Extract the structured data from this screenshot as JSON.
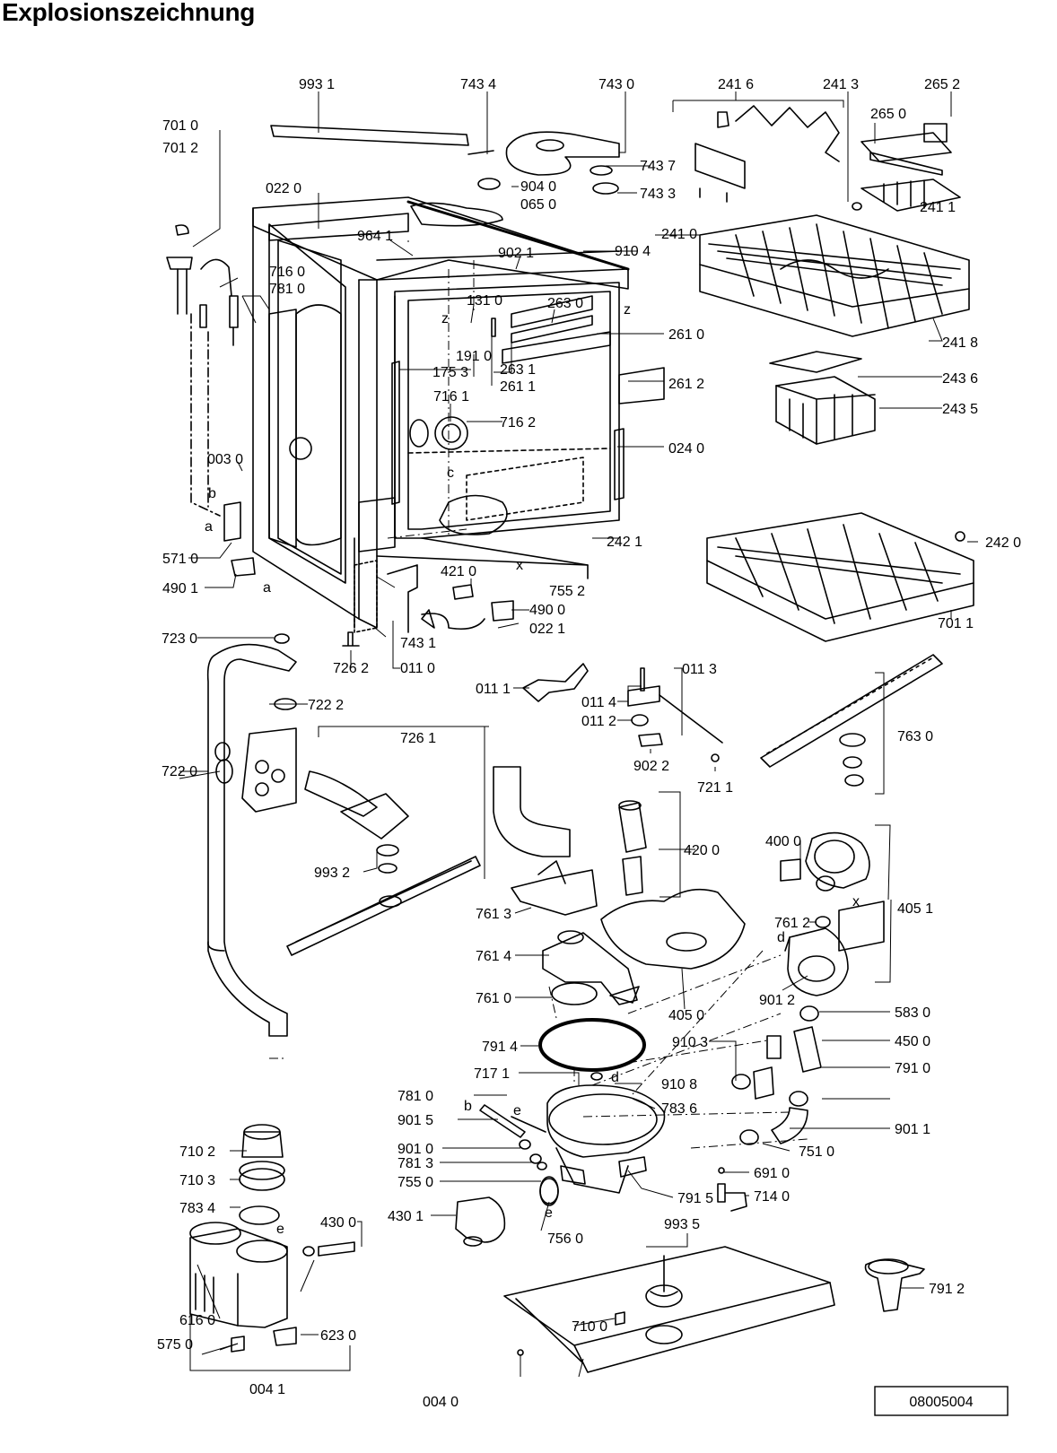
{
  "title": "Explosionszeichnung",
  "doc_number": "08005004",
  "parts": [
    "993 1",
    "743 4",
    "743 0",
    "241 6",
    "241 3",
    "265 2",
    "265 0",
    "701 0",
    "701 2",
    "022 0",
    "904 0",
    "065 0",
    "743 7",
    "743 3",
    "241 0",
    "910 4",
    "964 1",
    "902 1",
    "716 0",
    "781 0",
    "131 0",
    "263 0",
    "261 0",
    "241 1",
    "241 8",
    "191 0",
    "175 3",
    "263 1",
    "261 1",
    "261 2",
    "243 6",
    "243 5",
    "716 1",
    "716 2",
    "024 0",
    "003 0",
    "242 1",
    "242 0",
    "701 1",
    "571 0",
    "490 1",
    "421 0",
    "490 0",
    "022 1",
    "755 2",
    "743 1",
    "011 0",
    "726 2",
    "723 0",
    "722 2",
    "726 1",
    "722 0",
    "993 2",
    "011 1",
    "011 3",
    "011 4",
    "011 2",
    "902 2",
    "721 1",
    "763 0",
    "420 0",
    "400 0",
    "405 1",
    "761 2",
    "761 3",
    "761 4",
    "761 0",
    "405 0",
    "901 2",
    "583 0",
    "450 0",
    "791 0",
    "791 4",
    "910 3",
    "717 1",
    "910 8",
    "783 6",
    "781 0",
    "901 5",
    "901 0",
    "781 3",
    "755 0",
    "901 1",
    "751 0",
    "791 5",
    "691 0",
    "714 0",
    "710 2",
    "710 3",
    "783 4",
    "430 0",
    "430 1",
    "756 0",
    "993 5",
    "791 2",
    "616 0",
    "575 0",
    "623 0",
    "710 0",
    "004 1",
    "004 0"
  ],
  "markers": [
    "z",
    "z",
    "c",
    "b",
    "a",
    "a",
    "x",
    "e",
    "d",
    "d",
    "x",
    "b",
    "e",
    "e"
  ]
}
